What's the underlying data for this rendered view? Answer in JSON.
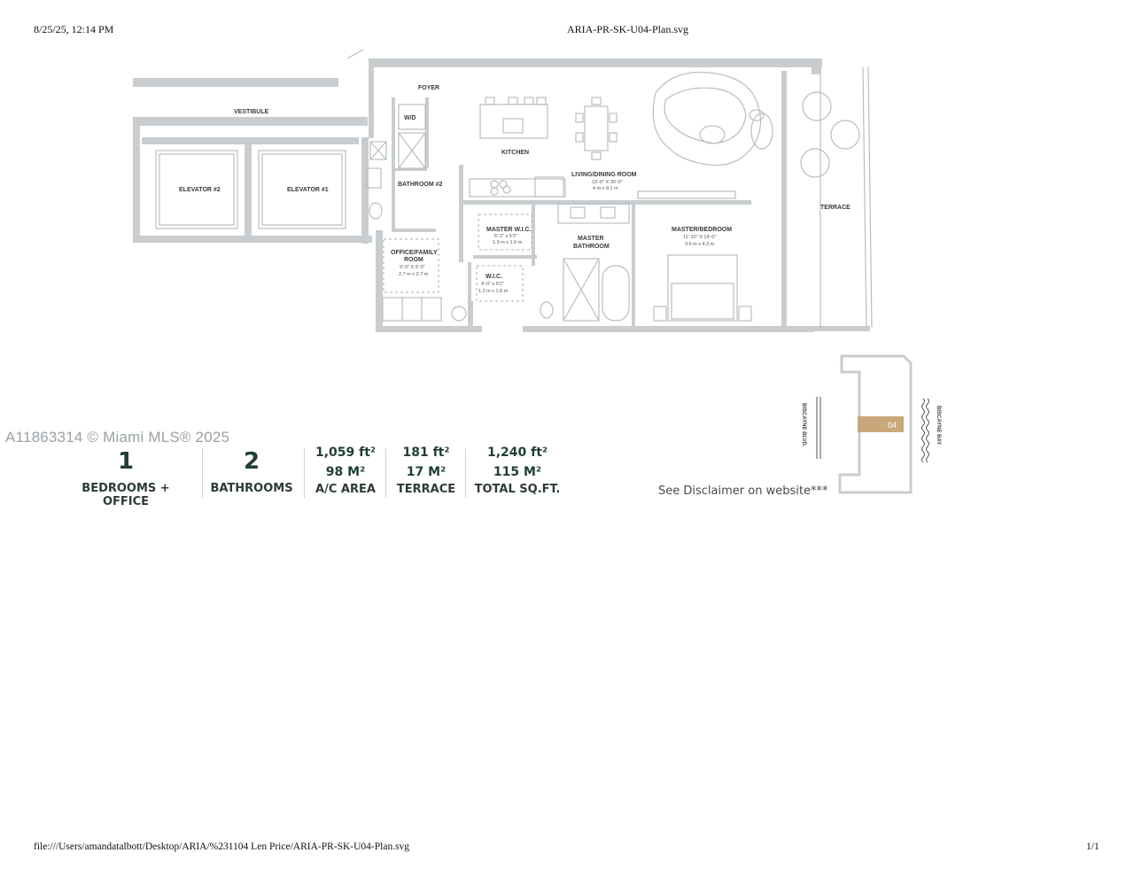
{
  "header": {
    "datetime": "8/25/25, 12:14 PM",
    "doc_title": "ARIA-PR-SK-U04-Plan.svg"
  },
  "footer": {
    "path": "file:///Users/amandatalbott/Desktop/ARIA/%231104 Len Price/ARIA-PR-SK-U04-Plan.svg",
    "page": "1/1"
  },
  "watermark": "A11863314 © Miami MLS® 2025",
  "rooms": {
    "foyer": "FOYER",
    "vestibule": "VESTIBULE",
    "wd": "W/D",
    "kitchen": "KITCHEN",
    "living": "LIVING/DINING ROOM",
    "living_dim1": "13'-0\" X 30'-0\"",
    "living_dim2": "4 m x 9.1 m",
    "elevator2": "ELEVATOR #2",
    "elevator1": "ELEVATOR #1",
    "bathroom2": "BATHROOM #2",
    "terrace": "TERRACE",
    "master_wic": "MASTER W.I.C.",
    "master_wic_dim1": "6'-2\" x 5'2\"",
    "master_wic_dim2": "1.9 m x 1.6 m",
    "master_bath_1": "MASTER",
    "master_bath_2": "BATHROOM",
    "master_bed": "MASTER/BEDROOM",
    "master_bed_dim1": "11'-10\" X 14'-0\"",
    "master_bed_dim2": "3.6 m x 4.3 m",
    "office_1": "OFFICE/FAMILY",
    "office_2": "ROOM",
    "office_dim1": "9'-0\" X 9'-0\"",
    "office_dim2": "2.7 m x 2.7 m",
    "wic": "W.I.C.",
    "wic_dim1": "4'-0\" x 5'2\"",
    "wic_dim2": "1.2 m x 1.6 m"
  },
  "keyplan": {
    "street_left": "BISCAYNE BLVD.",
    "street_right": "BISCAYNE BAY",
    "unit": "04"
  },
  "stats": {
    "bedrooms_value": "1",
    "bedrooms_label": "BEDROOMS + OFFICE",
    "bathrooms_value": "2",
    "bathrooms_label": "BATHROOMS",
    "ac_ft": "1,059 ft²",
    "ac_m": "98 M²",
    "ac_label": "A/C AREA",
    "terrace_ft": "181 ft²",
    "terrace_m": "17 M²",
    "terrace_label": "TERRACE",
    "total_ft": "1,240 ft²",
    "total_m": "115 M²",
    "total_label": "TOTAL SQ.FT."
  },
  "disclaimer": "See Disclaimer on website***",
  "colors": {
    "wall": "#c9cdd0",
    "accent_unit": "#c9a77a",
    "stat_green": "#1f3f35"
  }
}
